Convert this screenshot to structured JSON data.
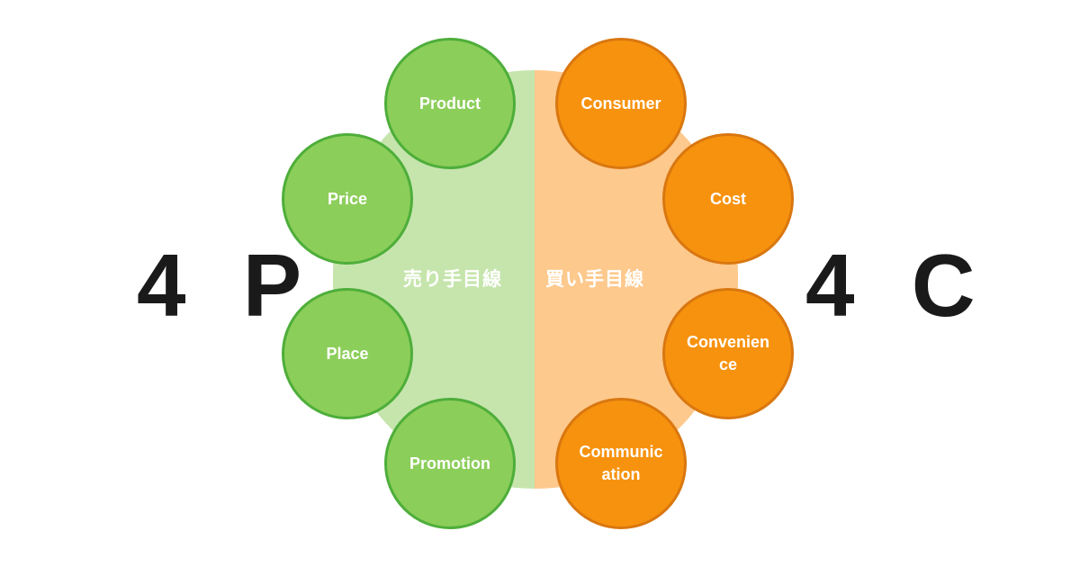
{
  "colors": {
    "background": "#ffffff",
    "green_fill": "#8cce5a",
    "green_border": "#4eae3a",
    "orange_fill": "#f7920e",
    "orange_border": "#d97710",
    "green_light": "#c6e5ad",
    "orange_light": "#fdc98d",
    "big_text": "#1a1a1a"
  },
  "left": {
    "title": "4 P",
    "half_label": "売り手目線",
    "items": [
      "Product",
      "Price",
      "Place",
      "Promotion"
    ]
  },
  "right": {
    "title": "4 C",
    "half_label": "買い手目線",
    "items": [
      "Consumer",
      "Cost",
      "Convenience",
      "Communication"
    ]
  }
}
